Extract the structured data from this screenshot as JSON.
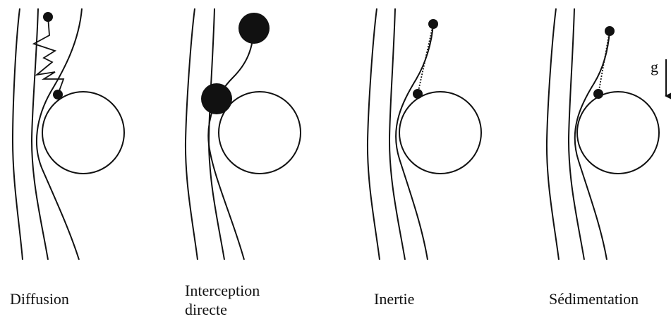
{
  "panels": [
    {
      "label": "Diffusion"
    },
    {
      "label_line1": "Interception",
      "label_line2": "directe"
    },
    {
      "label": "Inertie"
    },
    {
      "label": "Sédimentation"
    }
  ],
  "gravity_label": "g",
  "colors": {
    "stroke": "#111111",
    "background": "#ffffff"
  }
}
